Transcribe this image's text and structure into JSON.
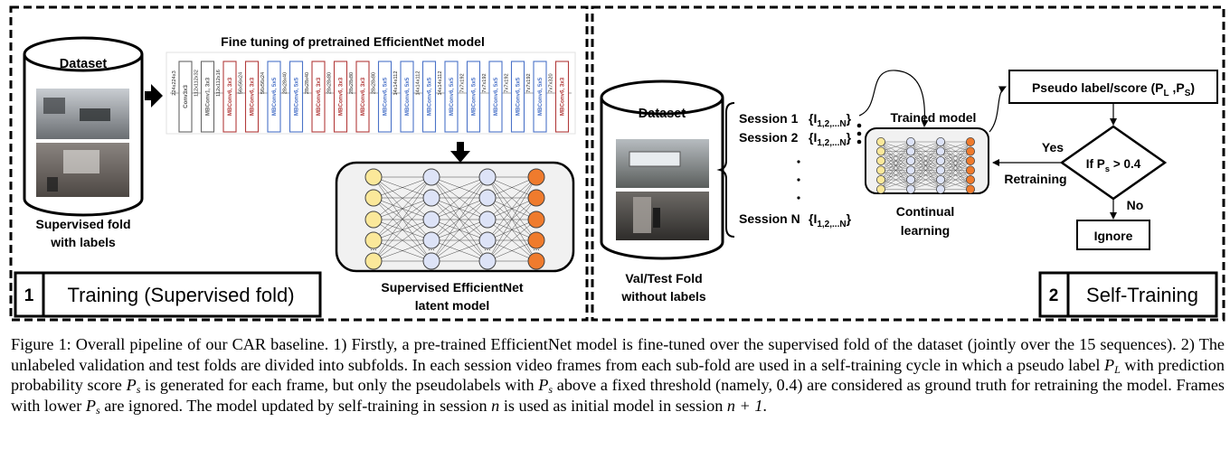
{
  "training": {
    "dataset_label": "Dataset",
    "fold_label_1": "Supervised fold",
    "fold_label_2": "with labels",
    "finetune_title": "Fine tuning of pretrained EfficientNet model",
    "latent_label_1": "Supervised EfficientNet",
    "latent_label_2": "latent model",
    "panel_number": "1",
    "panel_title": "Training (Supervised fold)",
    "net_blocks": [
      {
        "dims": "224x224x3",
        "name": "Conv3x3",
        "kind": "conv"
      },
      {
        "dims": "112x112x32",
        "name": "MBConv1, 3x3",
        "kind": "mb1"
      },
      {
        "dims": "112x112x16",
        "name": "MBConv6, 3x3",
        "kind": "mb3"
      },
      {
        "dims": "56x56x24",
        "name": "MBConv6, 3x3",
        "kind": "mb3"
      },
      {
        "dims": "56x56x24",
        "name": "MBConv6, 5x5",
        "kind": "mb5"
      },
      {
        "dims": "28x28x40",
        "name": "MBConv6, 5x5",
        "kind": "mb5"
      },
      {
        "dims": "28x28x40",
        "name": "MBConv6, 3x3",
        "kind": "mb3"
      },
      {
        "dims": "28x28x80",
        "name": "MBConv6, 3x3",
        "kind": "mb3"
      },
      {
        "dims": "28x28x80",
        "name": "MBConv6, 3x3",
        "kind": "mb3"
      },
      {
        "dims": "28x28x80",
        "name": "MBConv6, 5x5",
        "kind": "mb5"
      },
      {
        "dims": "14x14x112",
        "name": "MBConv6, 5x5",
        "kind": "mb5"
      },
      {
        "dims": "14x14x112",
        "name": "MBConv6, 5x5",
        "kind": "mb5"
      },
      {
        "dims": "14x14x112",
        "name": "MBConv6, 5x5",
        "kind": "mb5"
      },
      {
        "dims": "7x7x192",
        "name": "MBConv6, 5x5",
        "kind": "mb5"
      },
      {
        "dims": "7x7x192",
        "name": "MBConv6, 5x5",
        "kind": "mb5"
      },
      {
        "dims": "7x7x192",
        "name": "MBConv6, 5x5",
        "kind": "mb5"
      },
      {
        "dims": "7x7x192",
        "name": "MBConv6, 5x5",
        "kind": "mb5"
      },
      {
        "dims": "7x7x320",
        "name": "MBConv6, 3x3",
        "kind": "mb3"
      }
    ]
  },
  "self_training": {
    "dataset_label": "Dataset",
    "fold_label_1": "Val/Test Fold",
    "fold_label_2": "without labels",
    "session_1": "Session 1",
    "session_2": "Session 2",
    "session_n": "Session N",
    "session_set_open": "{I",
    "session_sub": "1,2,...N",
    "session_set_close": "}",
    "trained_model": "Trained model",
    "continual_1": "Continual",
    "continual_2": "learning",
    "pseudo_label": "Pseudo label/score (P",
    "pseudo_sub_l": "L",
    "pseudo_mid": " ,P",
    "pseudo_sub_s": "S",
    "pseudo_end": ")",
    "yes_label": "Yes",
    "retraining_label": "Retraining",
    "condition_pre": "If P",
    "condition_sub": "s",
    "condition_post": " > 0.4",
    "no_label": "No",
    "ignore_label": "Ignore",
    "panel_number": "2",
    "panel_title": "Self-Training"
  },
  "caption": {
    "p1": "Figure 1: Overall pipeline of our CAR baseline. 1) Firstly, a pre-trained EfficientNet model is fine-tuned over the supervised fold of the dataset (jointly over the 15 sequences). 2) The unlabeled validation and test folds are divided into subfolds. In each session video frames from each sub-fold are used in a self-training cycle in which a pseudo label ",
    "pl_base": "P",
    "pl_sub": "L",
    "p2": " with prediction probability score ",
    "ps_base": "P",
    "ps_sub": "s",
    "p3": " is generated for each frame, but only the pseudolabels with ",
    "p4": " above a fixed threshold (namely, 0.4) are considered as ground truth for retraining the model. Frames with lower ",
    "p5": " are ignored. The model updated by self-training in session ",
    "n_var": "n",
    "p6": " is used as initial model in session ",
    "n_plus": "n + 1",
    "p7": "."
  },
  "colors": {
    "yellow_node": "#fbe89a",
    "blue_node": "#dde3f7",
    "orange_node": "#ef7b2d",
    "conv_red": "#b23b3b",
    "conv_blue": "#4a72c8"
  }
}
